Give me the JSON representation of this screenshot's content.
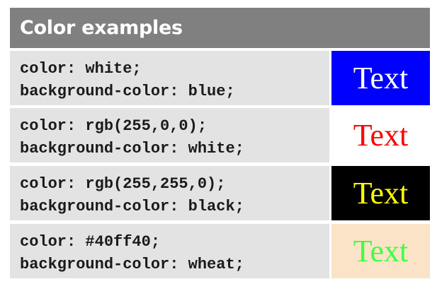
{
  "title": "Color examples",
  "rows": [
    {
      "line1": "color: white;",
      "line2": "background-color: blue;",
      "sample_text": "Text",
      "text_color": "#ffffff",
      "bg_color": "#0000ff"
    },
    {
      "line1": "color: rgb(255,0,0);",
      "line2": "background-color: white;",
      "sample_text": "Text",
      "text_color": "#ff0000",
      "bg_color": "#ffffff"
    },
    {
      "line1": "color: rgb(255,255,0);",
      "line2": "background-color: black;",
      "sample_text": "Text",
      "text_color": "#ffff00",
      "bg_color": "#000000"
    },
    {
      "line1": "color: #40ff40;",
      "line2": "background-color: wheat;",
      "sample_text": "Text",
      "text_color": "#40ff40",
      "bg_color": "#fbe3c8"
    }
  ]
}
